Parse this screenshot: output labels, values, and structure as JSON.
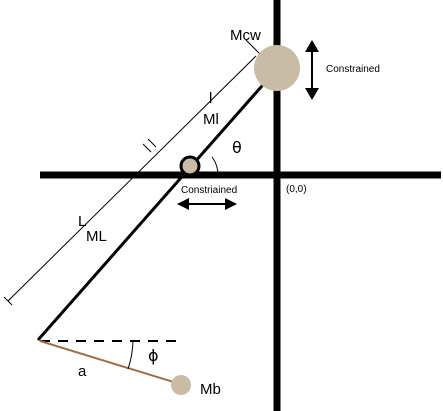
{
  "colors": {
    "axis": "#000000",
    "mass_fill": "#c8bca5",
    "tether": "#a0704a",
    "background": "#ffffff"
  },
  "labels": {
    "counterweight": "Mcw",
    "counterweight_constraint": "Constrained",
    "pivot_constraint": "Constriained",
    "origin": "(0,0)",
    "short_length": "l",
    "short_mass": "Ml",
    "long_length": "L",
    "long_mass": "ML",
    "theta": "θ",
    "phi": "ϕ",
    "tether_length": "a",
    "bob_mass": "Mb"
  }
}
